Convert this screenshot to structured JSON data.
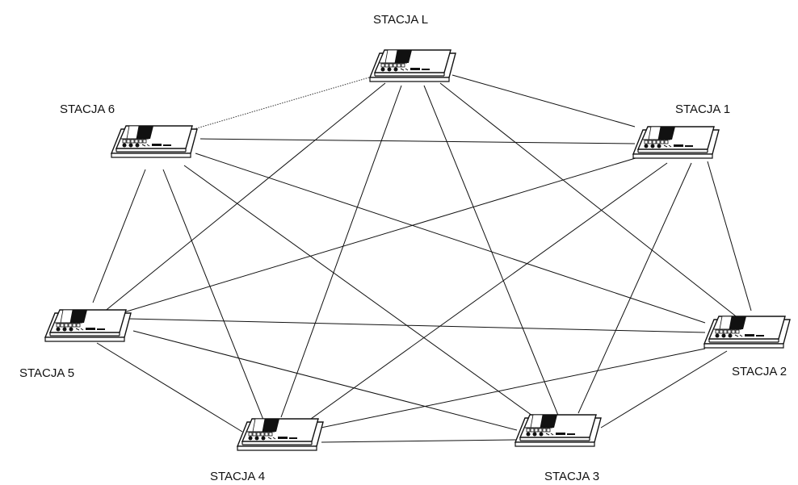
{
  "diagram": {
    "stations": [
      {
        "id": "L",
        "label": "STACJA L"
      },
      {
        "id": "1",
        "label": "STACJA 1"
      },
      {
        "id": "2",
        "label": "STACJA 2"
      },
      {
        "id": "3",
        "label": "STACJA 3"
      },
      {
        "id": "4",
        "label": "STACJA 4"
      },
      {
        "id": "5",
        "label": "STACJA 5"
      },
      {
        "id": "6",
        "label": "STACJA 6"
      }
    ],
    "topology": "full-mesh",
    "device_icon": "intercom-station-icon",
    "line_color": "#111111",
    "background_color": "#ffffff"
  }
}
